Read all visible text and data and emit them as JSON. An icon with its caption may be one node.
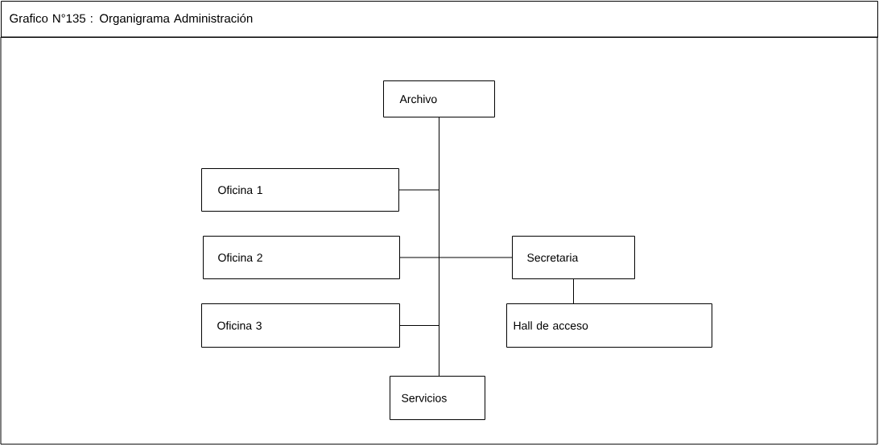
{
  "diagram": {
    "title": "Grafico N°135 : Organigrama Administración",
    "nodes": [
      {
        "text": [
          "Archivo"
        ]
      },
      {
        "text": [
          "Oficina 1"
        ]
      },
      {
        "text": [
          "Oficina 2"
        ]
      },
      {
        "text": [
          "Oficina 3"
        ]
      },
      {
        "text": [
          "Secretaria"
        ]
      },
      {
        "text": [
          "Hall de acceso"
        ]
      },
      {
        "text": [
          "Servicios"
        ]
      }
    ],
    "edges": [
      {
        "from": 0,
        "to": 1,
        "arrow": "none"
      },
      {
        "from": 0,
        "to": 2,
        "arrow": "none"
      },
      {
        "from": 0,
        "to": 3,
        "arrow": "none"
      },
      {
        "from": 0,
        "to": 4,
        "arrow": "none"
      },
      {
        "from": 0,
        "to": 6,
        "arrow": "none"
      },
      {
        "from": 4,
        "to": 5,
        "arrow": "none"
      }
    ]
  }
}
